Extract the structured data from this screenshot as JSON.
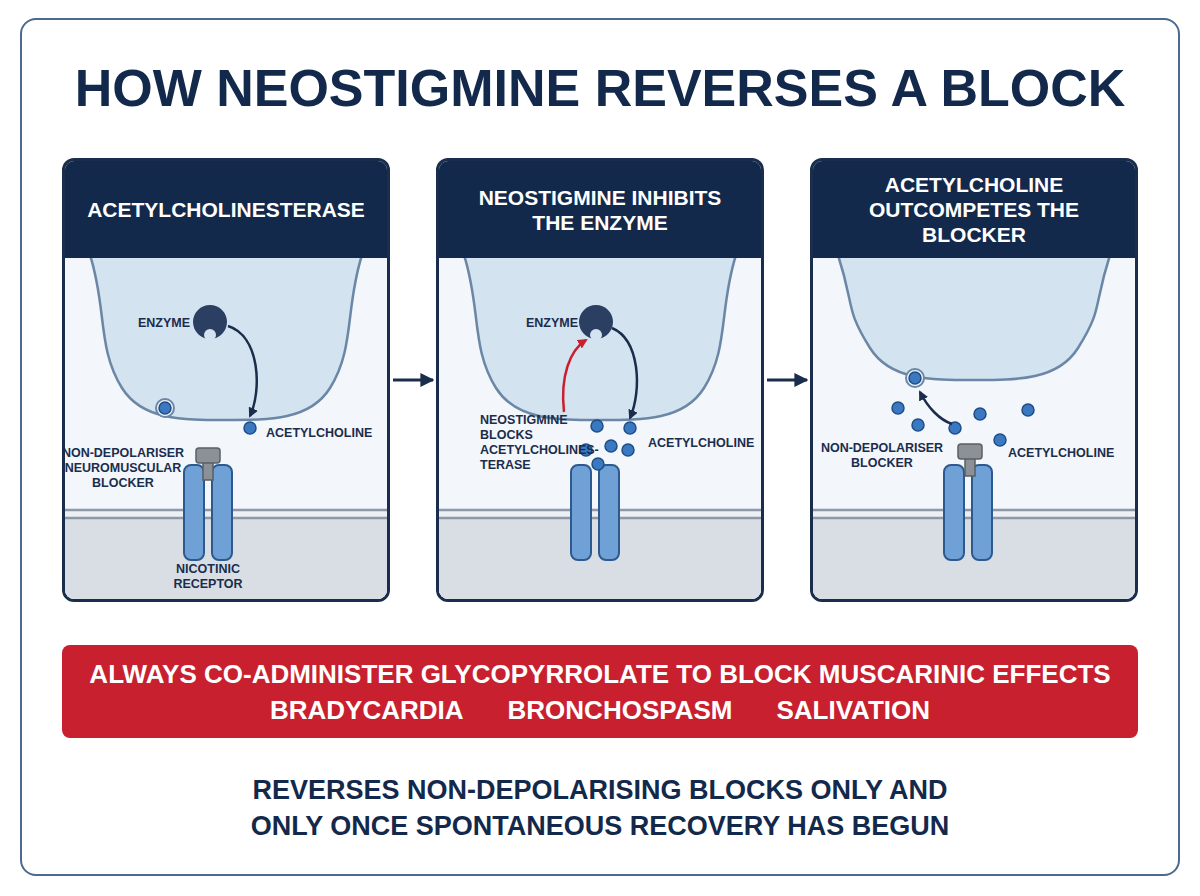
{
  "diagram": {
    "title": "HOW NEOSTIGMINE REVERSES A BLOCK",
    "caption": "REVERSES NON-DEPOLARISING BLOCKS ONLY AND ONLY ONCE SPONTANEOUS RECOVERY HAS BEGUN",
    "nodes": [
      {
        "text": [
          "ACETYLCHOLINESTERASE"
        ]
      },
      {
        "text": [
          "NEOSTIGMINE INHIBITS THE ENZYME"
        ]
      },
      {
        "text": [
          "ACETYLCHOLINE OUTCOMPETES THE BLOCKER"
        ]
      },
      {
        "text": [
          "ALWAYS CO-ADMINISTER GLYCOPYRROLATE TO BLOCK MUSCARINIC EFFECTS",
          "BRADYCARDIA",
          "BRONCHOSPASM",
          "SALIVATION"
        ]
      }
    ],
    "edges": [
      {
        "from": 0,
        "to": 1,
        "arrow": "to"
      },
      {
        "from": 1,
        "to": 2,
        "arrow": "to"
      }
    ],
    "labels": [
      "ENZYME",
      "ACETYLCHOLINE",
      "NON-DEPOLARISER NEUROMUSCULAR BLOCKER",
      "NICOTINIC RECEPTOR",
      "ENZYME",
      "NEOSTIGMINE BLOCKS ACETYLCHOLINES-TERASE",
      "ACETYLCHOLINE",
      "NON-DEPOLARISER BLOCKER",
      "ACETYLCHOLINE"
    ]
  }
}
